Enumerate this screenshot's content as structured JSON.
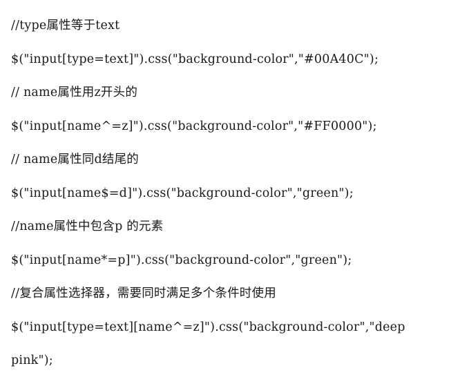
{
  "document": {
    "lines": [
      "//type属性等于text",
      "$(\"input[type=text]\").css(\"background-color\",\"#00A40C\");",
      "// name属性用z开头的",
      "$(\"input[name^=z]\").css(\"background-color\",\"#FF0000\");",
      "// name属性同d结尾的",
      "$(\"input[name$=d]\").css(\"background-color\",\"green\");",
      "//name属性中包含p 的元素",
      "$(\"input[name*=p]\").css(\"background-color\",\"green\");",
      "//复合属性选择器，需要同时满足多个条件时使用",
      "$(\"input[type=text][name^=z]\").css(\"background-color\",\"deep",
      "pink\");"
    ]
  }
}
